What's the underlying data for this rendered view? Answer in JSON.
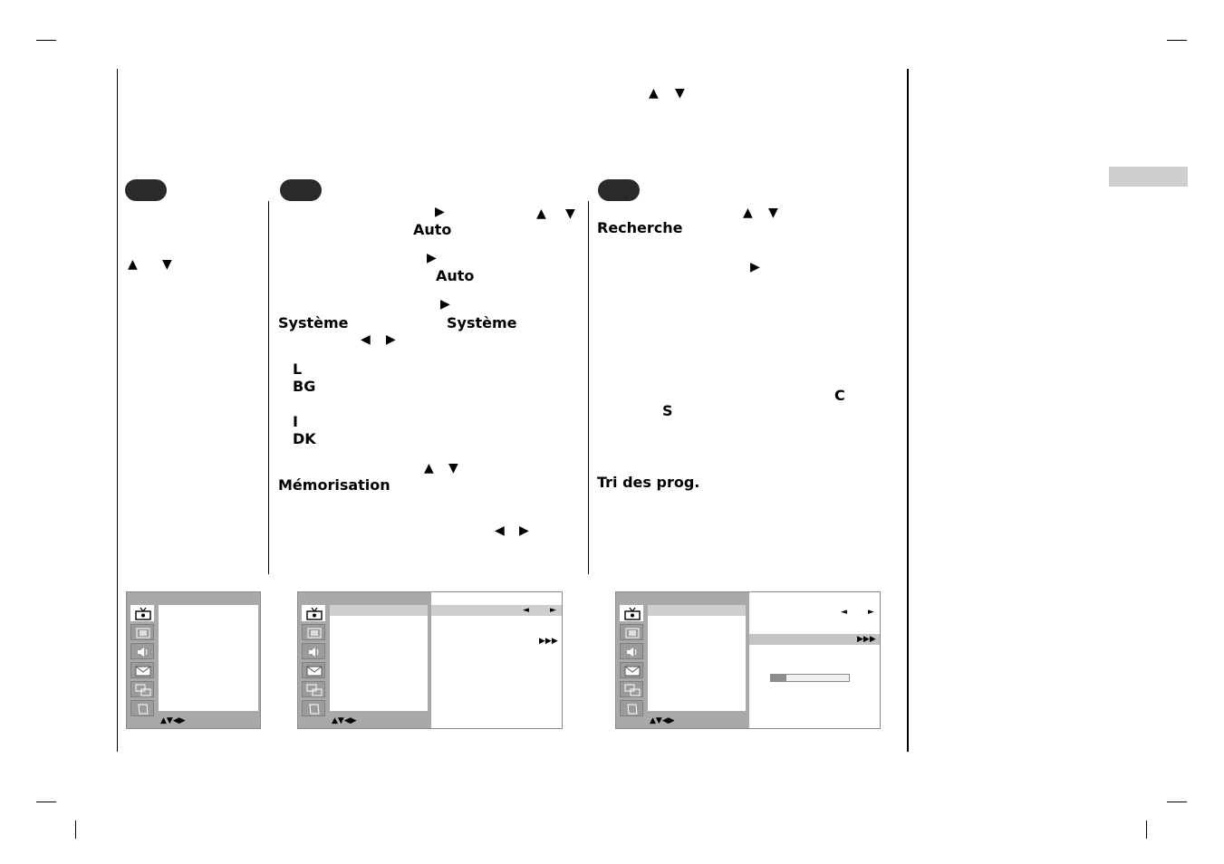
{
  "page": {
    "icons": {
      "up": "▲",
      "down": "▼",
      "right": "▶",
      "left": "◀",
      "nav": "▲▼◀▶",
      "small_left": "◄",
      "small_right": "►",
      "triple": "▶▶▶"
    },
    "col2": {
      "kw_auto_1": "Auto",
      "kw_auto_2": "Auto",
      "kw_systeme_1": "Système",
      "kw_systeme_2": "Système",
      "kw_l": "L",
      "kw_bg": "BG",
      "kw_i": "I",
      "kw_dk": "DK",
      "kw_memorisation": "Mémorisation"
    },
    "col3": {
      "kw_recherche": "Recherche",
      "kw_c": "C",
      "kw_s": "S",
      "kw_tri": "Tri des prog."
    },
    "menu3": {
      "progress_fraction": 0.2
    }
  }
}
